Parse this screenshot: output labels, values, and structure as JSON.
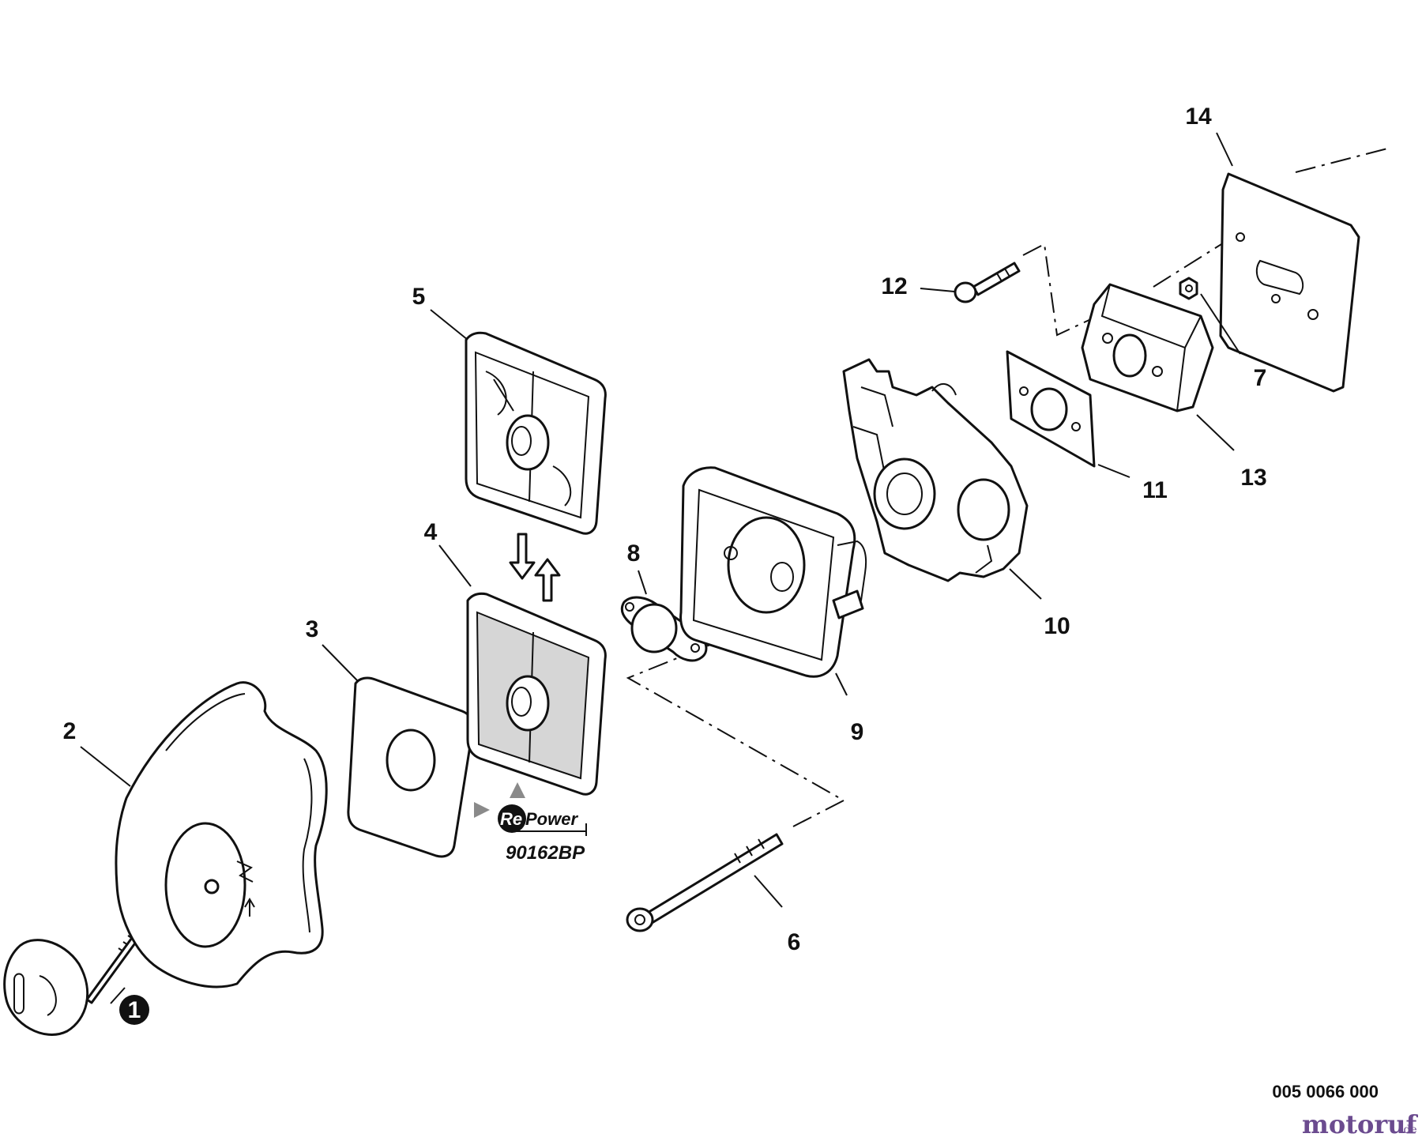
{
  "callouts": {
    "c1": "1",
    "c2": "2",
    "c3": "3",
    "c4": "4",
    "c5": "5",
    "c6": "6",
    "c7": "7",
    "c8": "8",
    "c9": "9",
    "c10": "10",
    "c11": "11",
    "c12": "12",
    "c13": "13",
    "c14": "14"
  },
  "repower": {
    "brand_re": "Re",
    "brand_power": "Power",
    "part_code": "90162BP"
  },
  "drawing_number": "005 0066 000",
  "watermark": {
    "name": "motoruf",
    "tld": ".de"
  },
  "colors": {
    "line": "#111111",
    "mesh_fill": "#d6d6d6",
    "repower_arrow": "#8a8a8a",
    "watermark": "#6b4b8f"
  }
}
